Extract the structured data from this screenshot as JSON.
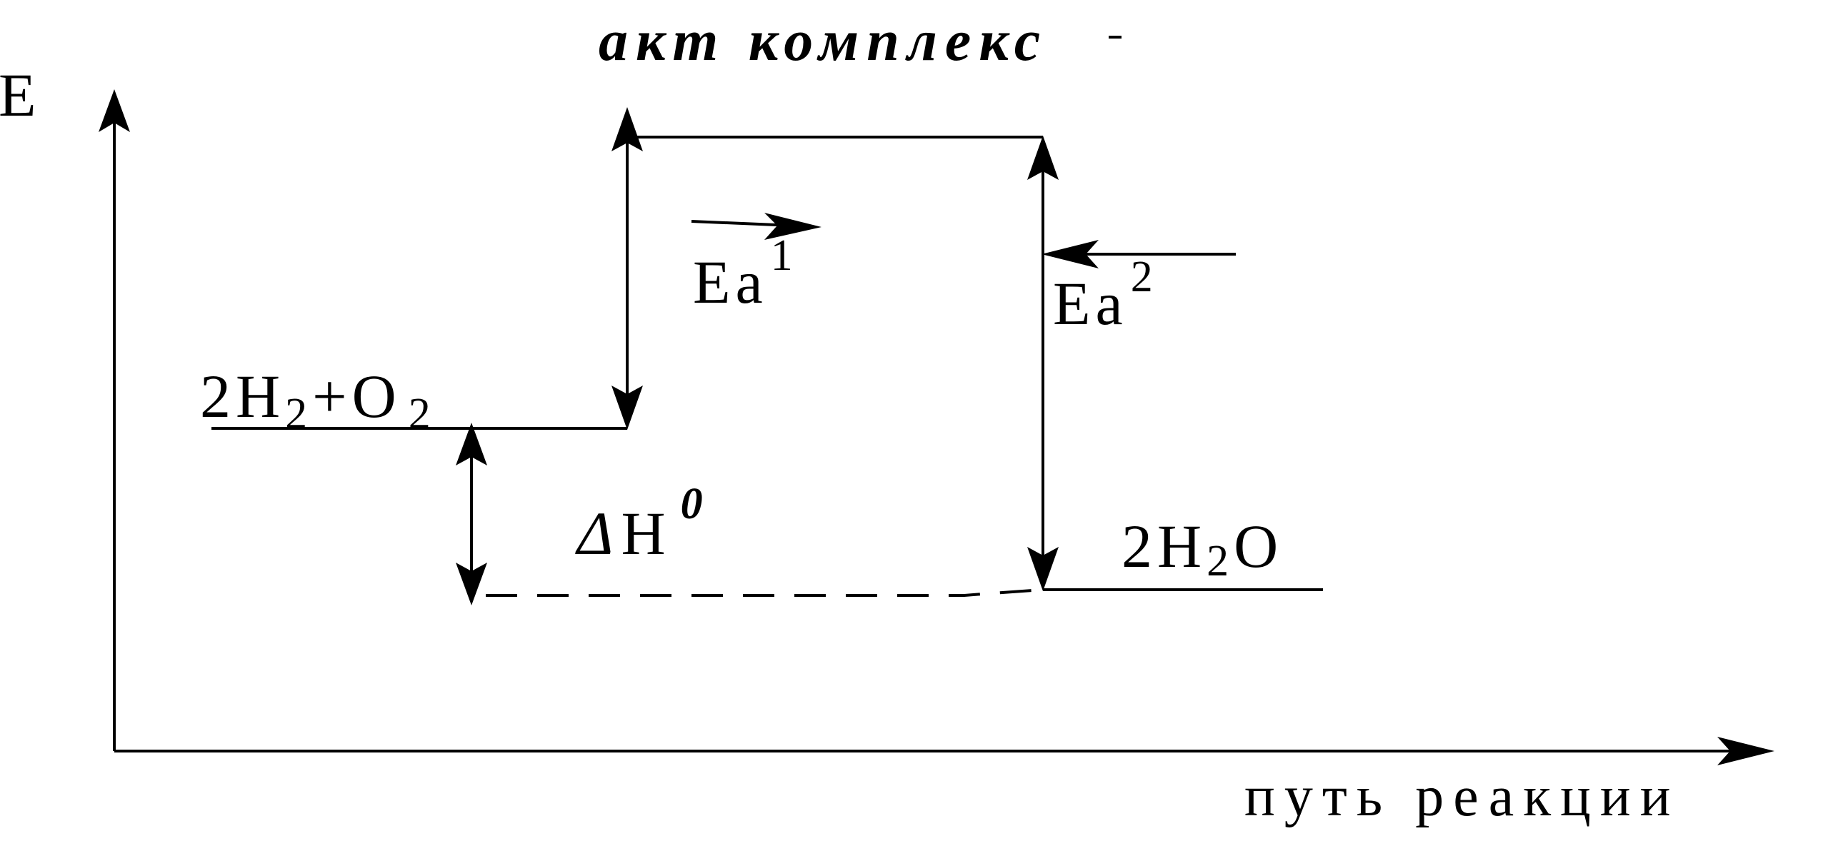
{
  "diagram": {
    "title": "акт комплекс",
    "y_axis_label": "E",
    "x_axis_label": "путь реакции",
    "reactants": {
      "prefix": "2H",
      "sub1": "2",
      "mid": "+O",
      "sub2": "2"
    },
    "product": {
      "prefix": "2H",
      "sub": "2",
      "suffix": "O"
    },
    "ea1": {
      "base": "Ea",
      "sup": "1"
    },
    "ea2": {
      "base": "Ea",
      "sup": "2"
    },
    "delta_h": {
      "delta": "Δ",
      "base": "H",
      "sup": "0"
    }
  }
}
